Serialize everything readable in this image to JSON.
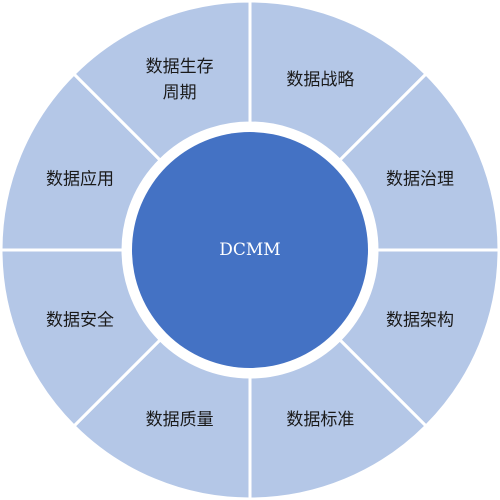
{
  "center": {
    "label": "DCMM",
    "fill": "#4472c4"
  },
  "ring": {
    "fill": "#b4c7e7",
    "separator_color": "#ffffff"
  },
  "segments": [
    {
      "id": "data-strategy",
      "lines": [
        "数据战略"
      ]
    },
    {
      "id": "data-governance",
      "lines": [
        "数据治理"
      ]
    },
    {
      "id": "data-architecture",
      "lines": [
        "数据架构"
      ]
    },
    {
      "id": "data-standard",
      "lines": [
        "数据标准"
      ]
    },
    {
      "id": "data-quality",
      "lines": [
        "数据质量"
      ]
    },
    {
      "id": "data-security",
      "lines": [
        "数据安全"
      ]
    },
    {
      "id": "data-application",
      "lines": [
        "数据应用"
      ]
    },
    {
      "id": "data-lifecycle",
      "lines": [
        "数据生存",
        "周期"
      ]
    }
  ]
}
